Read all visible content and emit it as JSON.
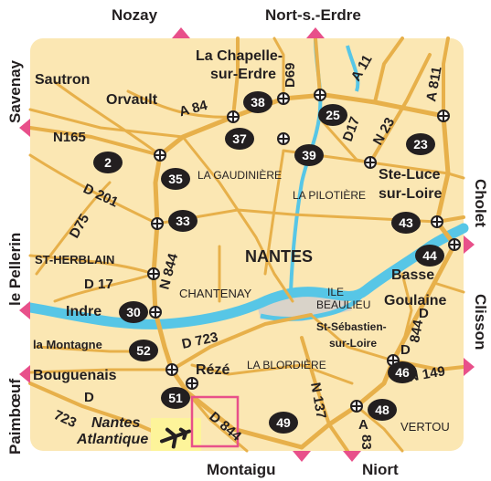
{
  "colors": {
    "land": "#fbe7b3",
    "road": "#e7b04a",
    "river": "#57c6e6",
    "marker": "#e8508a",
    "exit": "#231f20",
    "airport": "#fdf49a",
    "urban": "#d9d3c9"
  },
  "directions": {
    "nozay": "Nozay",
    "nort": "Nort-s.-Erdre",
    "savenay": "Savenay",
    "le_pellerin": "le Pellerin",
    "paimboeuf": "Paimbœuf",
    "montaigu": "Montaigu",
    "niort": "Niort",
    "cholet": "Cholet",
    "clisson": "Clisson"
  },
  "places": {
    "sautron": "Sautron",
    "orvault": "Orvault",
    "la_chapelle_1": "La Chapelle-",
    "la_chapelle_2": "sur-Erdre",
    "la_gaudiniere": "LA GAUDINIÈRE",
    "la_pilotiere": "LA PILOTIÈRE",
    "ste_luce_1": "Ste-Luce",
    "ste_luce_2": "sur-Loire",
    "st_herblain": "ST-HERBLAIN",
    "nantes": "NANTES",
    "chantenay": "CHANTENAY",
    "ile_beaulieu_1": "ILE",
    "ile_beaulieu_2": "BEAULIEU",
    "basse_goulaine_1": "Basse",
    "basse_goulaine_2": "Goulaine",
    "indre": "Indre",
    "st_sebastien_1": "St-Sébastien-",
    "st_sebastien_2": "sur-Loire",
    "la_montagne": "la Montagne",
    "bouguenais": "Bouguenais",
    "reze": "Rézé",
    "la_blordiere": "LA BLORDIÈRE",
    "nantes_atl_1": "Nantes",
    "nantes_atl_2": "Atlantique",
    "vertou": "VERTOU"
  },
  "roads": {
    "n165": "N165",
    "a84": "A 84",
    "d69": "D69",
    "a11": "A 11",
    "d17_ne": "D17",
    "n23": "N 23",
    "a811": "A 811",
    "d201": "D 201",
    "d75": "D75",
    "n844_w": "N 844",
    "d17_w": "D 17",
    "d723_mid": "D 723",
    "d723_sw": "723",
    "d_sw": "D",
    "n137": "N 137",
    "a83_a": "A",
    "a83_b": "83",
    "n149": "N 149",
    "d844_e": "844",
    "d_e": "D",
    "d_e2": "D",
    "d844_s": "D 844"
  },
  "exits": [
    "38",
    "37",
    "25",
    "2",
    "35",
    "39",
    "23",
    "33",
    "43",
    "44",
    "30",
    "52",
    "46",
    "51",
    "49",
    "48"
  ]
}
